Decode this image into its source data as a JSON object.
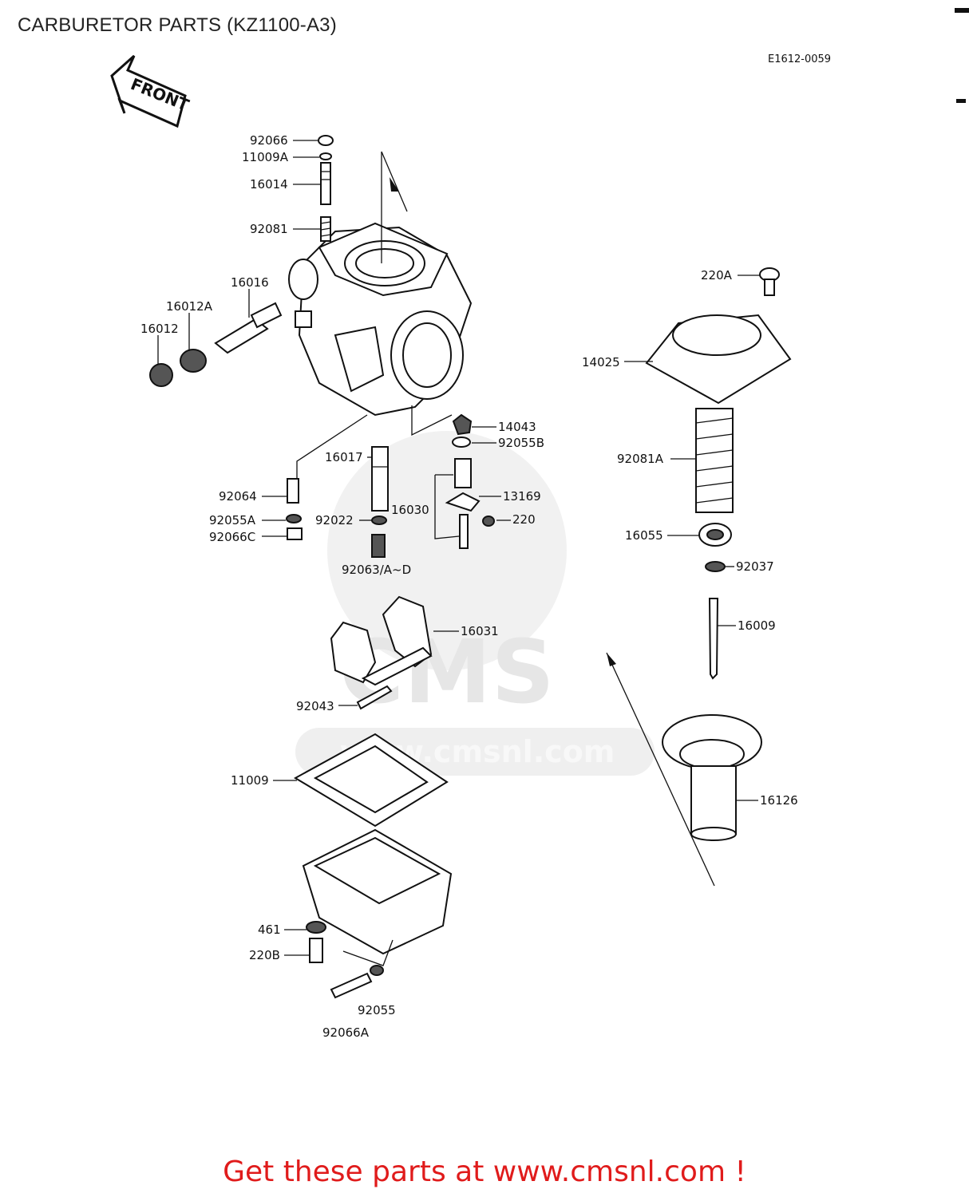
{
  "title": "CARBURETOR PARTS (KZ1100-A3)",
  "diagram_code": "E1612-0059",
  "front_arrow_label": "FRONT",
  "watermark_text": "www.cmsnl.com",
  "watermark_logo": "CMS",
  "footer_cta": "Get these parts at www.cmsnl.com !",
  "colors": {
    "footer_text": "#e01b1b",
    "line_art": "#111111",
    "watermark": "#e4e4e4"
  },
  "parts": [
    {
      "id": "p92066",
      "label": "92066"
    },
    {
      "id": "p11009A",
      "label": "11009A"
    },
    {
      "id": "p16014",
      "label": "16014"
    },
    {
      "id": "p92081",
      "label": "92081"
    },
    {
      "id": "p16016",
      "label": "16016"
    },
    {
      "id": "p16012A",
      "label": "16012A"
    },
    {
      "id": "p16012",
      "label": "16012"
    },
    {
      "id": "p14043",
      "label": "14043"
    },
    {
      "id": "p92055B",
      "label": "92055B"
    },
    {
      "id": "p16017",
      "label": "16017"
    },
    {
      "id": "p13169",
      "label": "13169"
    },
    {
      "id": "p92064",
      "label": "92064"
    },
    {
      "id": "p16030",
      "label": "16030"
    },
    {
      "id": "p220",
      "label": "220"
    },
    {
      "id": "p92055A",
      "label": "92055A"
    },
    {
      "id": "p92022",
      "label": "92022"
    },
    {
      "id": "p92066C",
      "label": "92066C"
    },
    {
      "id": "p92063",
      "label": "92063/A~D"
    },
    {
      "id": "p16031",
      "label": "16031"
    },
    {
      "id": "p92043",
      "label": "92043"
    },
    {
      "id": "p11009",
      "label": "11009"
    },
    {
      "id": "p461",
      "label": "461"
    },
    {
      "id": "p220B",
      "label": "220B"
    },
    {
      "id": "p92055",
      "label": "92055"
    },
    {
      "id": "p92066A",
      "label": "92066A"
    },
    {
      "id": "p220A",
      "label": "220A"
    },
    {
      "id": "p14025",
      "label": "14025"
    },
    {
      "id": "p92081A",
      "label": "92081A"
    },
    {
      "id": "p16055",
      "label": "16055"
    },
    {
      "id": "p92037",
      "label": "92037"
    },
    {
      "id": "p16009",
      "label": "16009"
    },
    {
      "id": "p16126",
      "label": "16126"
    }
  ]
}
